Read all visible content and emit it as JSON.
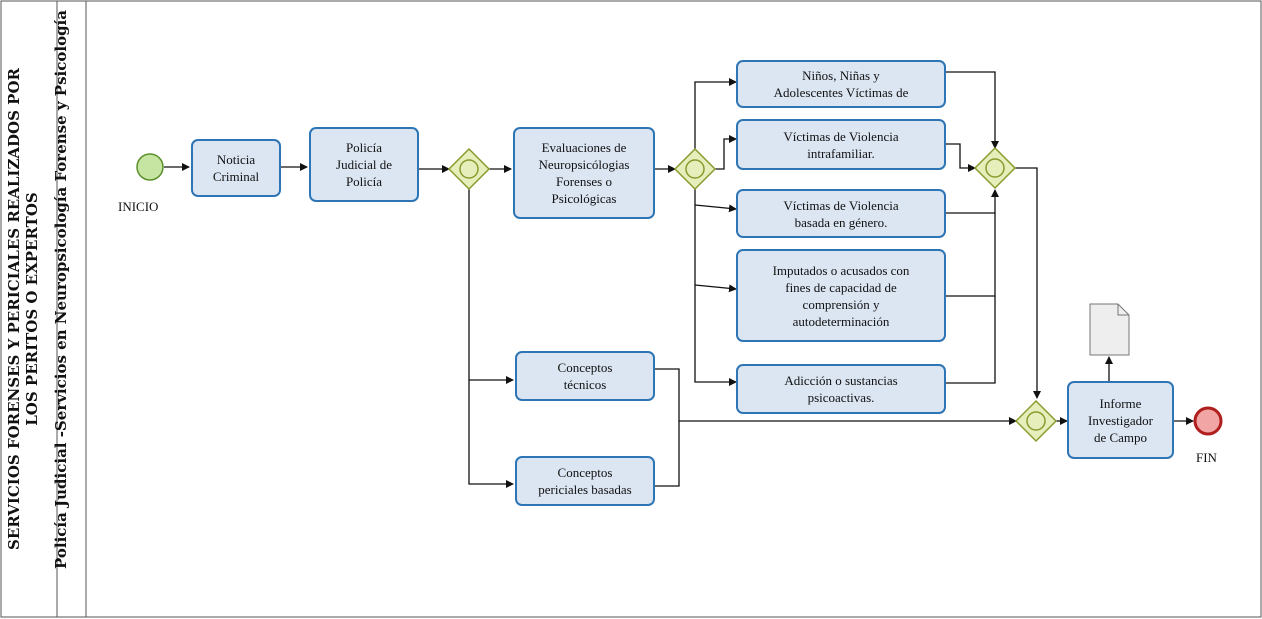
{
  "pool": {
    "title": "SERVICIOS FORENSES Y PERICIALES REALIZADOS POR\nLOS PERITOS O EXPERTOS"
  },
  "lane": {
    "title": "Policía Judicial -Servicios en Neuropsicología Forense y Psicología"
  },
  "events": {
    "start_label": "INICIO",
    "end_label": "FIN"
  },
  "tasks": {
    "noticia": "Noticia\nCriminal",
    "policia": "Policía\nJudicial de\nPolicía",
    "evaluaciones": "Evaluaciones de\nNeuropsicólogias\nForenses o\nPsicológicas",
    "conceptos_tecnicos": "Conceptos\ntécnicos",
    "conceptos_periciales": "Conceptos\npericiales basadas",
    "ninos": "Niños, Niñas y\nAdolescentes Víctimas de",
    "intrafamiliar": "Víctimas de Violencia\nintrafamiliar.",
    "genero": "Víctimas de Violencia\nbasada en género.",
    "imputados": "Imputados o acusados con\nfines de capacidad de\ncomprensión y\nautodeterminación",
    "adiccion": "Adicción o sustancias\npsicoactivas.",
    "informe": "Informe\nInvestigador\nde Campo"
  },
  "colors": {
    "task_fill": "#dce6f3",
    "task_border": "#2e75b6",
    "gateway_fill": "#e6eebc",
    "gateway_border": "#8a9a2c",
    "start_fill": "#c6e5a3",
    "start_border": "#5a8f2a",
    "end_fill": "#f2a5a5",
    "end_border": "#b01e1e"
  }
}
